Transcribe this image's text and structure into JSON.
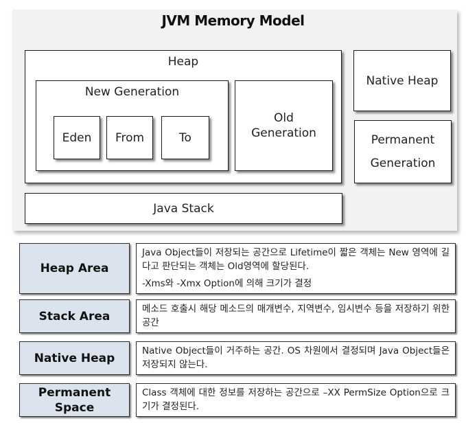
{
  "diagram": {
    "title": "JVM Memory Model",
    "heap": {
      "label": "Heap",
      "new_generation": {
        "label": "New Generation",
        "eden": "Eden",
        "from": "From",
        "to": "To"
      },
      "old_generation": "Old Generation"
    },
    "java_stack": "Java Stack",
    "native_heap": "Native Heap",
    "permanent_generation": "Permanent Generation"
  },
  "table": {
    "rows": [
      {
        "name": "Heap Area",
        "desc": "Java Object들이 저장되는 공간으로 Lifetime이 짧은 객체는 New 영역에 길다고 판단되는 객체는 Old영역에 할당된다.",
        "desc2": "-Xms와 -Xmx Option에 의해 크기가 결정"
      },
      {
        "name": "Stack Area",
        "desc": "메소드 호출시 해당 메소드의 매개변수, 지역변수, 임시변수 등을 저장하기 위한 공간"
      },
      {
        "name": "Native Heap",
        "desc": "Native Object들이 거주하는 공간. OS 차원에서 결정되며 Java Object들은 저장되지 않는다."
      },
      {
        "name": "Permanent Space",
        "desc": "Class 객체에 대한 정보를 저장하는 공간으로 –XX PermSize Option으로 크기가 결정된다."
      }
    ]
  }
}
